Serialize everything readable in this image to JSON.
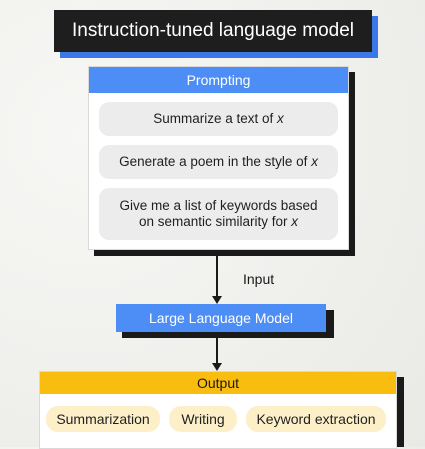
{
  "title": "Instruction-tuned language model",
  "prompting": {
    "header": "Prompting",
    "items": [
      {
        "text": "Summarize a text of ",
        "var": "x"
      },
      {
        "text": "Generate a poem in the style of ",
        "var": "x"
      },
      {
        "line1": "Give me a list of keywords based",
        "text": "on semantic similarity for ",
        "var": "x"
      }
    ]
  },
  "arrow_label": "Input",
  "model": "Large Language Model",
  "output": {
    "header": "Output",
    "tags": [
      "Summarization",
      "Writing",
      "Keyword extraction"
    ]
  },
  "colors": {
    "dark": "#1e1e1e",
    "blue": "#4c8ef5",
    "yellow": "#f8bd0e",
    "pill_gray": "#ececec",
    "pill_yellow": "#fdf0c9"
  }
}
